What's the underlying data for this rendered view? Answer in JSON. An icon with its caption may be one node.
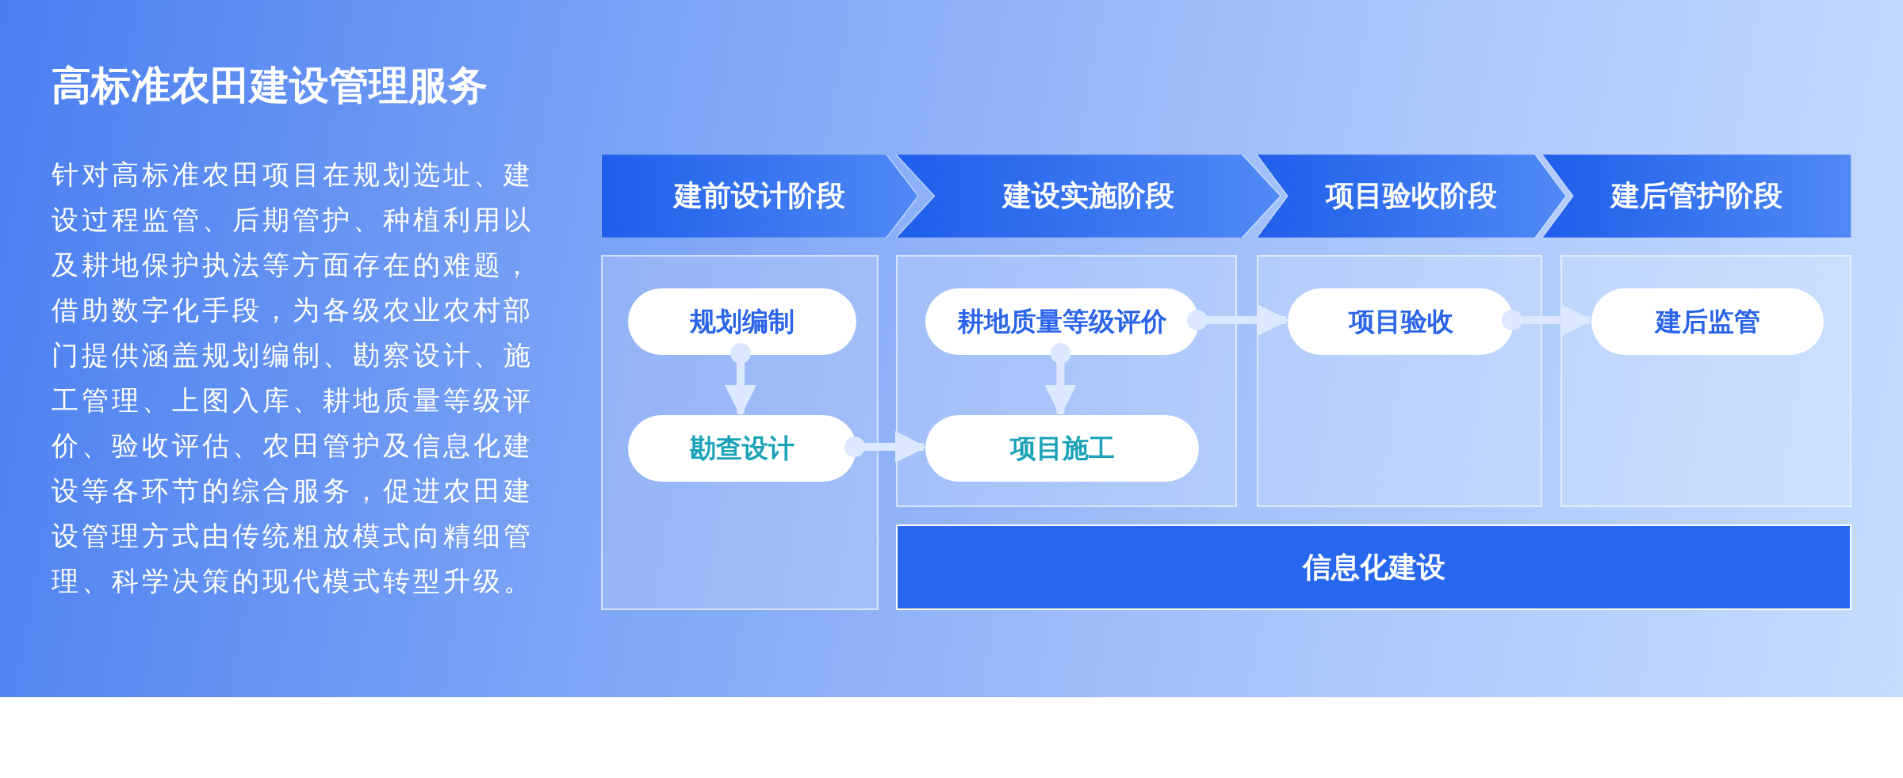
{
  "diagram": {
    "title": "高标准农田建设管理服务",
    "nodes": [
      {
        "text": [
          "建前设计阶段"
        ]
      },
      {
        "text": [
          "建设实施阶段"
        ]
      },
      {
        "text": [
          "项目验收阶段"
        ]
      },
      {
        "text": [
          "建后管护阶段"
        ]
      },
      {
        "text": [],
        "shape": "box"
      },
      {
        "text": [
          "规划编制"
        ],
        "in": 4
      },
      {
        "text": [
          "勘查设计"
        ],
        "in": 4
      },
      {
        "text": [],
        "shape": "box"
      },
      {
        "text": [
          "耕地质量等级评价"
        ],
        "in": 7
      },
      {
        "text": [
          "项目施工"
        ],
        "in": 7
      },
      {
        "text": [],
        "shape": "box"
      },
      {
        "text": [
          "项目验收"
        ],
        "in": 10
      },
      {
        "text": [],
        "shape": "box"
      },
      {
        "text": [
          "建后监管"
        ],
        "in": 12
      },
      {
        "text": [
          "信息化建设"
        ]
      }
    ],
    "edges": [
      {
        "from": 5,
        "to": 6,
        "arrow": "to"
      },
      {
        "from": 6,
        "to": 9,
        "arrow": "to"
      },
      {
        "from": 8,
        "to": 9,
        "arrow": "to"
      },
      {
        "from": 8,
        "to": 11,
        "arrow": "to"
      },
      {
        "from": 11,
        "to": 13,
        "arrow": "to"
      }
    ],
    "labels": [
      "针对高标准农田项目在规划选址、建设过程监管、后期管护、种植利用以及耕地保护执法等方面存在的难题，借助数字化手段，为各级农业农村部门提供涵盖规划编制、勘察设计、施工管理、上图入库、耕地质量等级评价、验收评估、农田管护及信息化建设等各环节的综合服务，促进农田建设管理方式由传统粗放模式向精细管理、科学决策的现代模式转型升级。"
    ]
  }
}
